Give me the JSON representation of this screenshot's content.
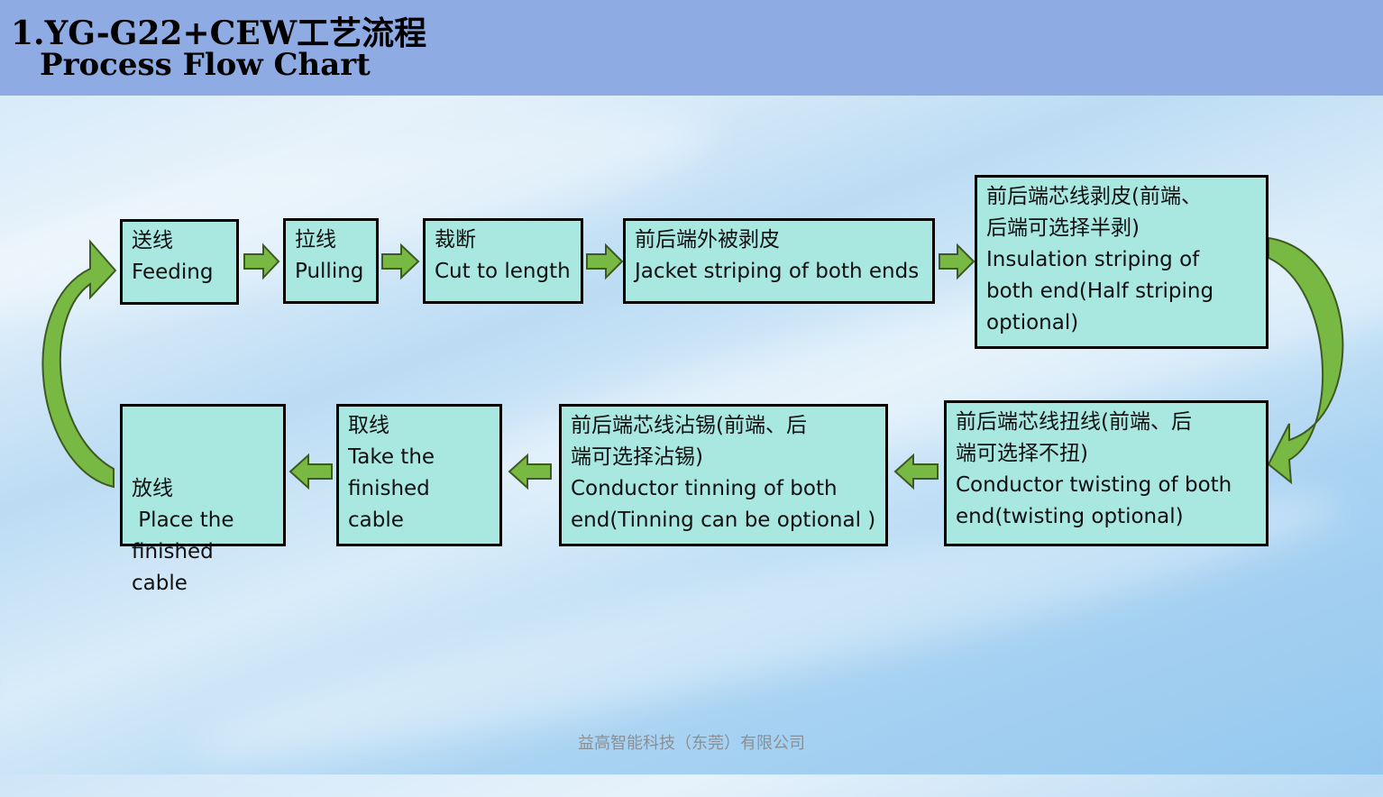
{
  "header": {
    "title_cn": "1.YG-G22+CEW工艺流程",
    "title_en": "Process Flow Chart"
  },
  "steps": [
    {
      "cn": "送线",
      "en": "Feeding"
    },
    {
      "cn": "拉线",
      "en": "Pulling"
    },
    {
      "cn": "裁断",
      "en": "Cut to length"
    },
    {
      "cn": "前后端外被剥皮",
      "en": "Jacket striping of both ends"
    },
    {
      "cn1": "前后端芯线剥皮(前端、",
      "cn2": "后端可选择半剥)",
      "en1": "Insulation striping of",
      "en2": "both end(Half striping",
      "en3": "optional)"
    },
    {
      "cn1": "前后端芯线扭线(前端、后",
      "cn2": "端可选择不扭)",
      "en1": "Conductor twisting of both",
      "en2": "end(twisting optional)"
    },
    {
      "cn1": "前后端芯线沾锡(前端、后",
      "cn2": "端可选择沾锡)",
      "en1": "Conductor tinning of both",
      "en2": "end(Tinning can be optional )"
    },
    {
      "cn": "取线",
      "en1": "Take the",
      "en2": "finished",
      "en3": "cable"
    },
    {
      "cn": "放线",
      "en1": " Place the",
      "en2": "finished",
      "en3": "cable"
    }
  ],
  "colors": {
    "box": "#a9e7e1",
    "arrow": "#78b943",
    "header": "#8fabe3"
  },
  "footer": {
    "company": "益高智能科技（东莞）有限公司"
  }
}
